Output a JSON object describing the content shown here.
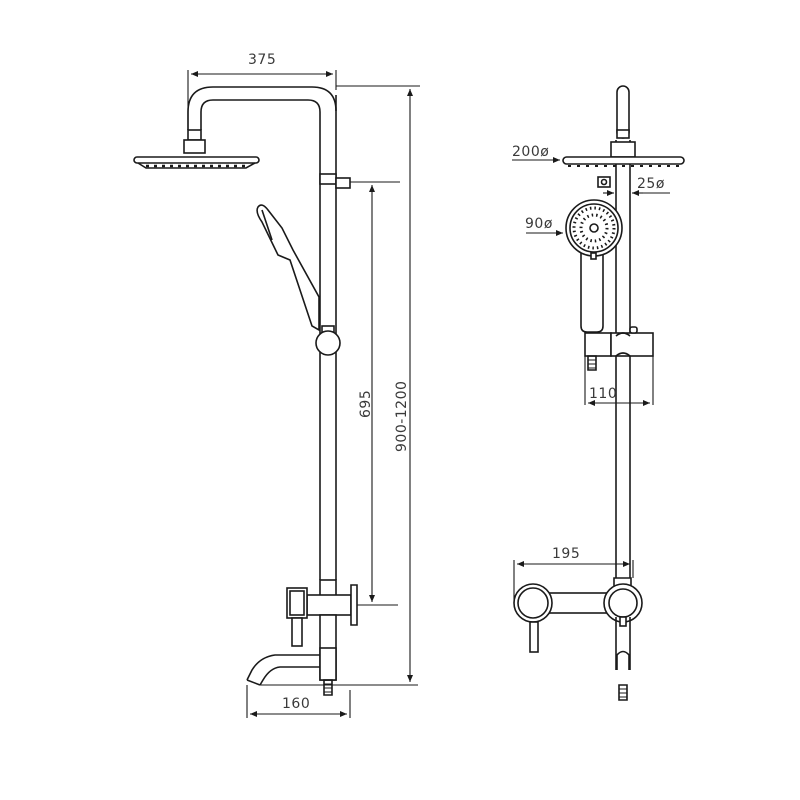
{
  "drawing": {
    "title": "Shower column technical drawing",
    "stroke_color": "#1a1a1a",
    "text_color": "#3a3a3a",
    "side_view": {
      "dimensions": {
        "arm_reach": "375",
        "slide_height": "695",
        "total_height": "900-1200",
        "spout_projection": "160"
      }
    },
    "front_view": {
      "dimensions": {
        "head_diameter": "200ø",
        "pipe_diameter": "25ø",
        "handshower_diameter": "90ø",
        "holder_width": "110",
        "mixer_centers": "195"
      }
    }
  }
}
